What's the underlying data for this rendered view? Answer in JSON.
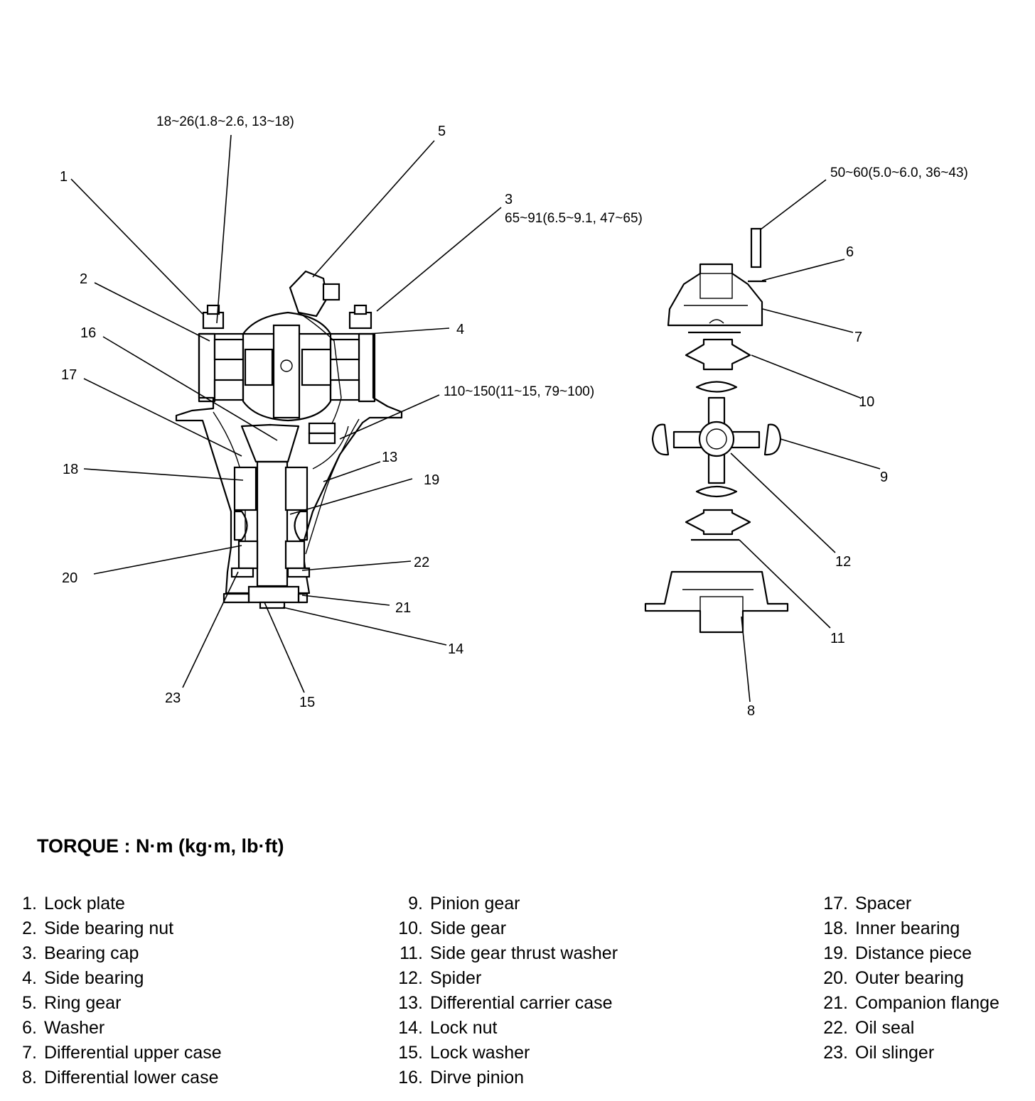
{
  "torque_heading": "TORQUE : N·m (kg·m, lb·ft)",
  "torque_specs": {
    "bearing_nut": "18~26(1.8~2.6, 13~18)",
    "bearing_cap": "65~91(6.5~9.1, 47~65)",
    "ring_gear": "110~150(11~15, 79~100)",
    "case_bolt": "50~60(5.0~6.0, 36~43)"
  },
  "callouts": {
    "c1": "1",
    "c2": "2",
    "c3": "3",
    "c4": "4",
    "c5": "5",
    "c6": "6",
    "c7": "7",
    "c8": "8",
    "c9": "9",
    "c10": "10",
    "c11": "11",
    "c12": "12",
    "c13": "13",
    "c14": "14",
    "c15": "15",
    "c16": "16",
    "c17": "17",
    "c18": "18",
    "c19": "19",
    "c20": "20",
    "c21": "21",
    "c22": "22",
    "c23": "23"
  },
  "legend": {
    "col1": [
      {
        "num": "1.",
        "label": "Lock plate"
      },
      {
        "num": "2.",
        "label": "Side bearing nut"
      },
      {
        "num": "3.",
        "label": "Bearing cap"
      },
      {
        "num": "4.",
        "label": "Side bearing"
      },
      {
        "num": "5.",
        "label": "Ring gear"
      },
      {
        "num": "6.",
        "label": "Washer"
      },
      {
        "num": "7.",
        "label": "Differential upper case"
      },
      {
        "num": "8.",
        "label": "Differential lower case"
      }
    ],
    "col2": [
      {
        "num": "9.",
        "label": "Pinion gear"
      },
      {
        "num": "10.",
        "label": "Side gear"
      },
      {
        "num": "11.",
        "label": "Side gear thrust washer"
      },
      {
        "num": "12.",
        "label": "Spider"
      },
      {
        "num": "13.",
        "label": "Differential carrier case"
      },
      {
        "num": "14.",
        "label": "Lock nut"
      },
      {
        "num": "15.",
        "label": "Lock washer"
      },
      {
        "num": "16.",
        "label": "Dirve pinion"
      }
    ],
    "col3": [
      {
        "num": "17.",
        "label": "Spacer"
      },
      {
        "num": "18.",
        "label": "Inner bearing"
      },
      {
        "num": "19.",
        "label": "Distance piece"
      },
      {
        "num": "20.",
        "label": "Outer bearing"
      },
      {
        "num": "21.",
        "label": "Companion flange"
      },
      {
        "num": "22.",
        "label": "Oil seal"
      },
      {
        "num": "23.",
        "label": "Oil slinger"
      }
    ]
  }
}
